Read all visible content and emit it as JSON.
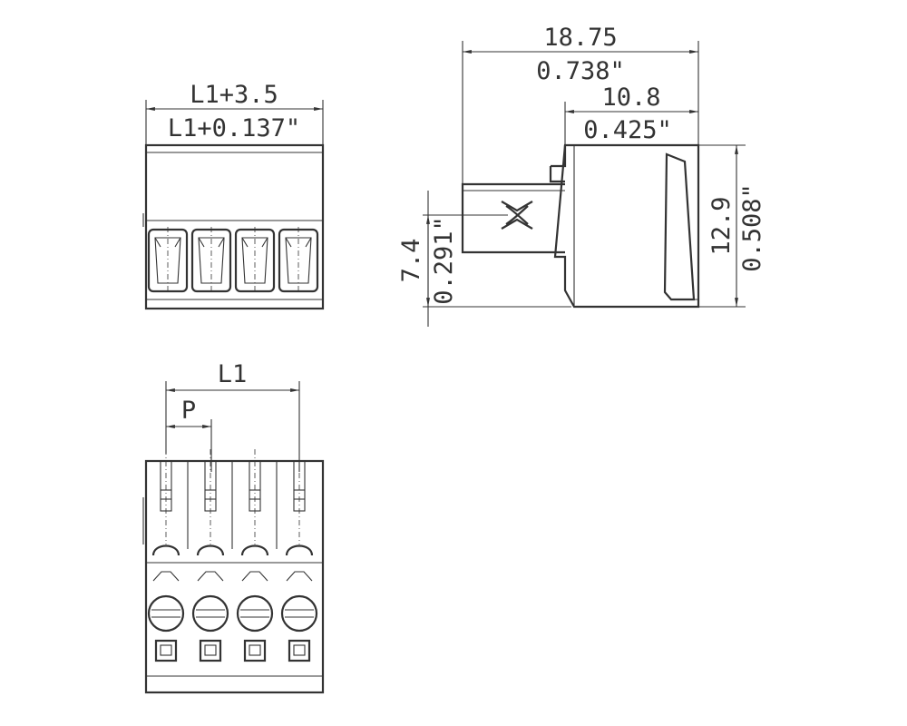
{
  "front_view": {
    "width_mm": "L1+3.5",
    "width_in": "L1+0.137\"",
    "pole_count": 4
  },
  "side_view": {
    "length_mm": "18.75",
    "length_in": "0.738\"",
    "body_length_mm": "10.8",
    "body_length_in": "0.425\"",
    "height_mm": "12.9",
    "height_in": "0.508\"",
    "pin_height_mm": "7.4",
    "pin_height_in": "0.291\""
  },
  "top_view": {
    "span_label": "L1",
    "pitch_label": "P",
    "pole_count": 4
  }
}
